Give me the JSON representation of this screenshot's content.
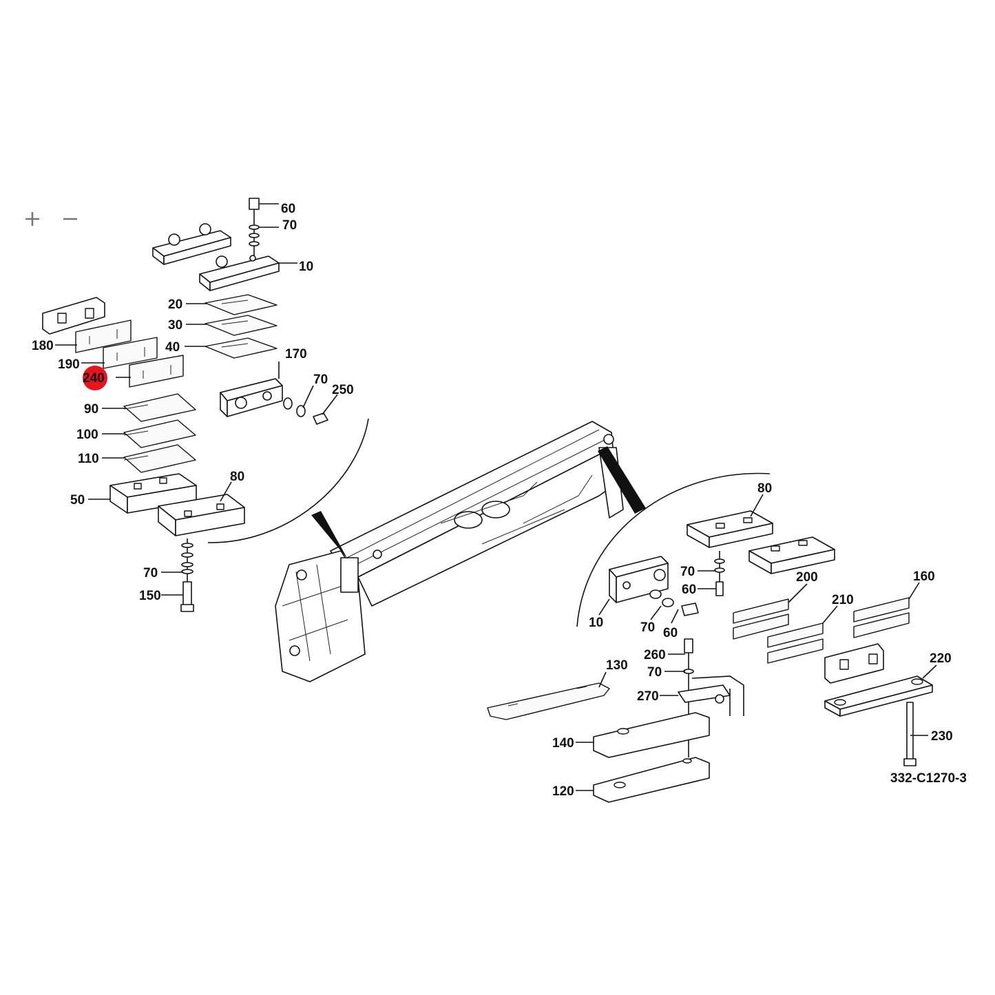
{
  "controls": {
    "zoom_in_icon": "plus-icon",
    "zoom_out_icon": "minus-icon"
  },
  "highlight": {
    "callout": "240",
    "color": "#e8141c"
  },
  "figure_code": "332-C1270-3",
  "callouts_left": {
    "c60": "60",
    "c70a": "70",
    "c10": "10",
    "c20": "20",
    "c30": "30",
    "c40": "40",
    "c180": "180",
    "c190": "190",
    "c240": "240",
    "c170": "170",
    "c70b": "70",
    "c250": "250",
    "c90": "90",
    "c100": "100",
    "c110": "110",
    "c80": "80",
    "c50": "50",
    "c70c": "70",
    "c150": "150"
  },
  "callouts_right": {
    "c80": "80",
    "c70a": "70",
    "c60a": "60",
    "c200": "200",
    "c160": "160",
    "c10": "10",
    "c70b": "70",
    "c60b": "60",
    "c210": "210",
    "c260": "260",
    "c70c": "70",
    "c270": "270",
    "c130": "130",
    "c220": "220",
    "c140": "140",
    "c230": "230",
    "c120": "120"
  }
}
